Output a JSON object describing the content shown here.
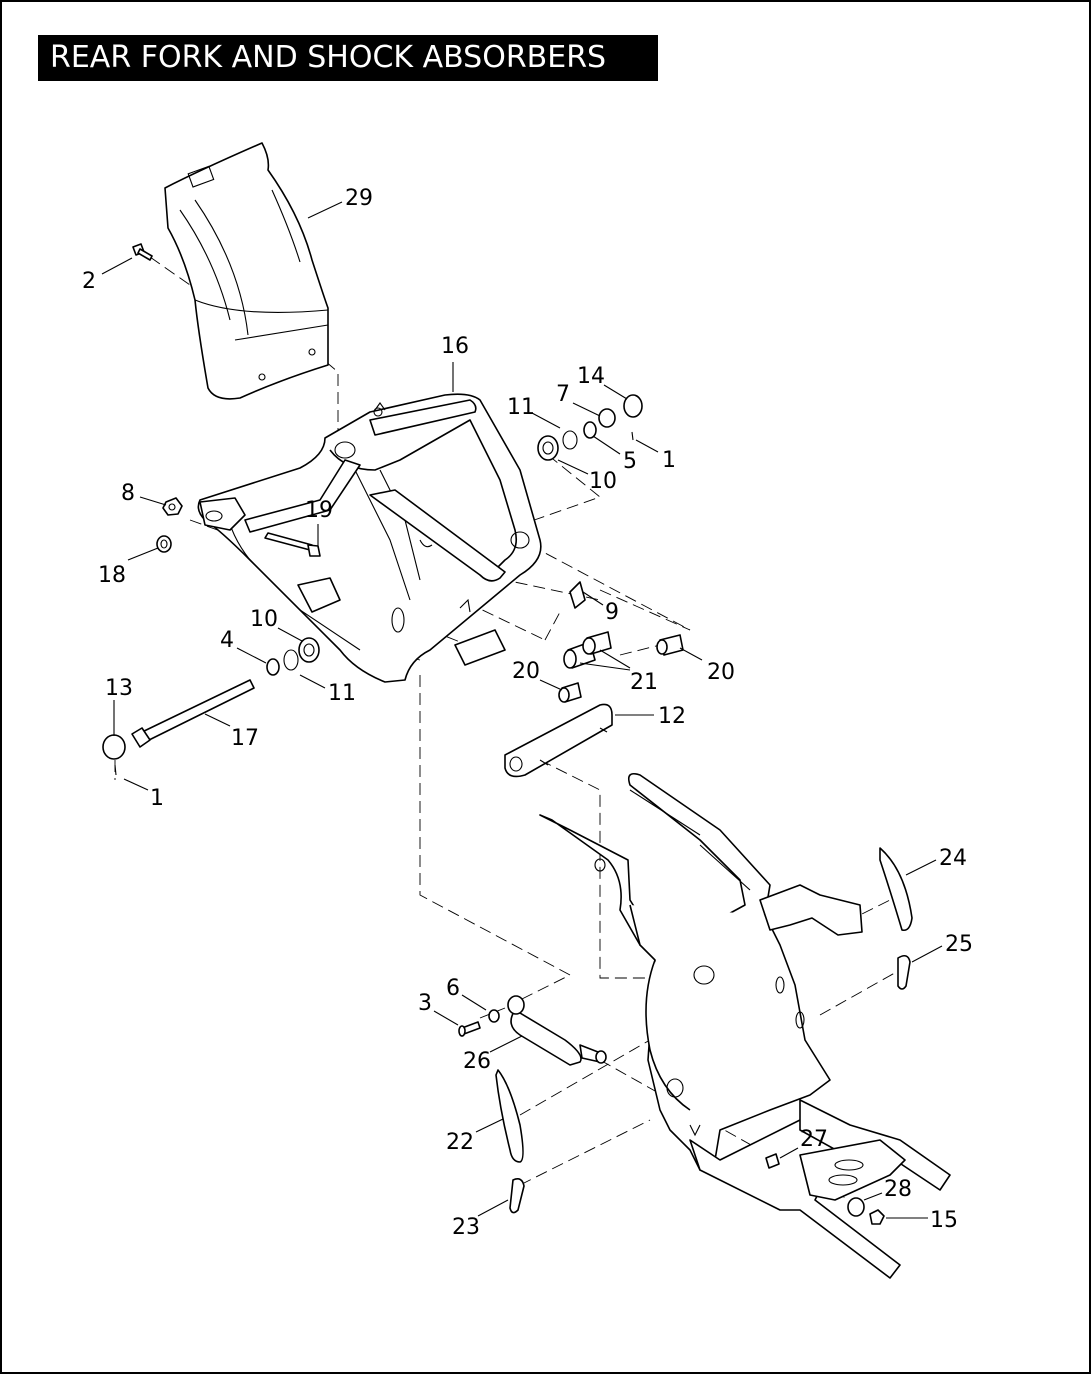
{
  "title": "REAR FORK AND SHOCK ABSORBERS",
  "callouts": {
    "c29": "29",
    "c2": "2",
    "c16": "16",
    "c14": "14",
    "c7": "7",
    "c11a": "11",
    "c1a": "1",
    "c5": "5",
    "c10a": "10",
    "c8": "8",
    "c19": "19",
    "c18": "18",
    "c9": "9",
    "c10b": "10",
    "c4": "4",
    "c20a": "20",
    "c20b": "20",
    "c21": "21",
    "c13": "13",
    "c11b": "11",
    "c12": "12",
    "c17": "17",
    "c1b": "1",
    "c24": "24",
    "c25": "25",
    "c6": "6",
    "c3": "3",
    "c26": "26",
    "c27": "27",
    "c22": "22",
    "c28": "28",
    "c15": "15",
    "c23": "23"
  }
}
